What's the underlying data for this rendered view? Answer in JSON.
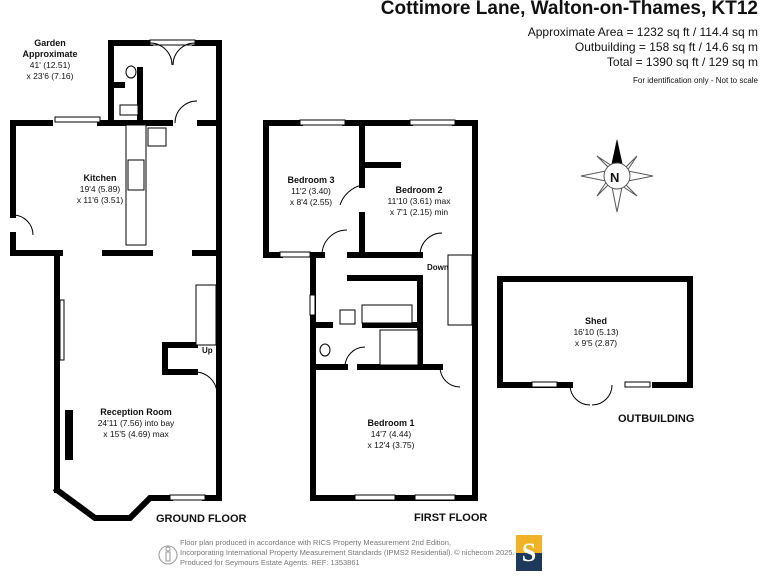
{
  "header": {
    "title": "Cottimore Lane, Walton-on-Thames, KT12",
    "approx_area": "Approximate Area = 1232 sq ft / 114.4 sq m",
    "outbuilding_area": "Outbuilding = 158 sq ft / 14.6 sq m",
    "total_area": "Total = 1390 sq ft / 129 sq m",
    "note": "For identification only - Not to scale"
  },
  "rooms": {
    "garden": {
      "name": "Garden",
      "name2": "Approximate",
      "dim1": "41' (12.51)",
      "dim2": "x 23'6 (7.16)"
    },
    "kitchen": {
      "name": "Kitchen",
      "dim1": "19'4 (5.89)",
      "dim2": "x 11'6 (3.51)"
    },
    "reception": {
      "name": "Reception Room",
      "dim1": "24'11 (7.56) into bay",
      "dim2": "x 15'5 (4.69) max"
    },
    "bedroom3": {
      "name": "Bedroom 3",
      "dim1": "11'2 (3.40)",
      "dim2": "x 8'4 (2.55)"
    },
    "bedroom2": {
      "name": "Bedroom 2",
      "dim1": "11'10 (3.61) max",
      "dim2": "x 7'1 (2.15) min"
    },
    "bedroom1": {
      "name": "Bedroom 1",
      "dim1": "14'7 (4.44)",
      "dim2": "x 12'4 (3.75)"
    },
    "shed": {
      "name": "Shed",
      "dim1": "16'10 (5.13)",
      "dim2": "x 9'5 (2.87)"
    }
  },
  "stairs": {
    "up": "Up",
    "down": "Down"
  },
  "floors": {
    "ground": "GROUND FLOOR",
    "first": "FIRST FLOOR",
    "outbuilding": "OUTBUILDING"
  },
  "compass": {
    "north": "N"
  },
  "footer": {
    "line1": "Floor plan produced in accordance with RICS Property Measurement 2nd Edition,",
    "line2": "Incorporating International Property Measurement Standards (IPMS2 Residential).",
    "line3": "Produced for Seymours Estate Agents.   REF: 1353861",
    "copyright": "© nichecom 2025.",
    "logo_letter": "S"
  },
  "colors": {
    "wall": "#000000",
    "logo_top": "#f0b323",
    "logo_bottom": "#1d3a5c"
  }
}
